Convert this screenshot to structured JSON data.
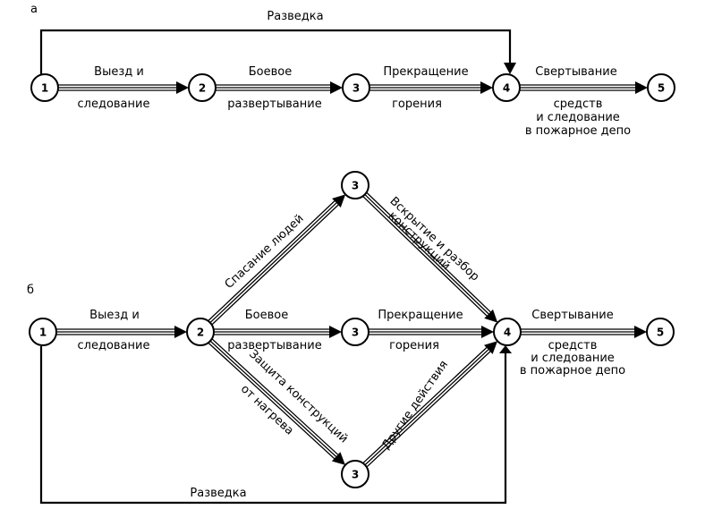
{
  "diagram_a": {
    "label": "а",
    "recon": "Разведка",
    "nodes": [
      "1",
      "2",
      "3",
      "4",
      "5"
    ],
    "edges": [
      {
        "top": "Выезд и",
        "bottom": "следование"
      },
      {
        "top": "Боевое",
        "bottom": "развертывание"
      },
      {
        "top": "Прекращение",
        "bottom": "горения"
      },
      {
        "top": "Свертывание",
        "bottom_lines": [
          "средств",
          "и следование",
          "в пожарное депо"
        ]
      }
    ]
  },
  "diagram_b": {
    "label": "б",
    "recon": "Разведка",
    "nodes": [
      "1",
      "2",
      "3",
      "3",
      "3",
      "4",
      "5"
    ],
    "edges": {
      "e12": {
        "top": "Выезд и",
        "bottom": "следование"
      },
      "e23": {
        "top": "Боевое",
        "bottom": "развертывание"
      },
      "e34": {
        "top": "Прекращение",
        "bottom": "горения"
      },
      "e45": {
        "top": "Свертывание",
        "bottom_lines": [
          "средств",
          "и следование",
          "в пожарное депо"
        ]
      },
      "rescue": "Спасание людей",
      "opening": [
        "Вскрытие и разбор",
        "конструкций"
      ],
      "protection": [
        "Защита конструкций",
        "от нагрева"
      ],
      "other": "Другие действия"
    }
  }
}
